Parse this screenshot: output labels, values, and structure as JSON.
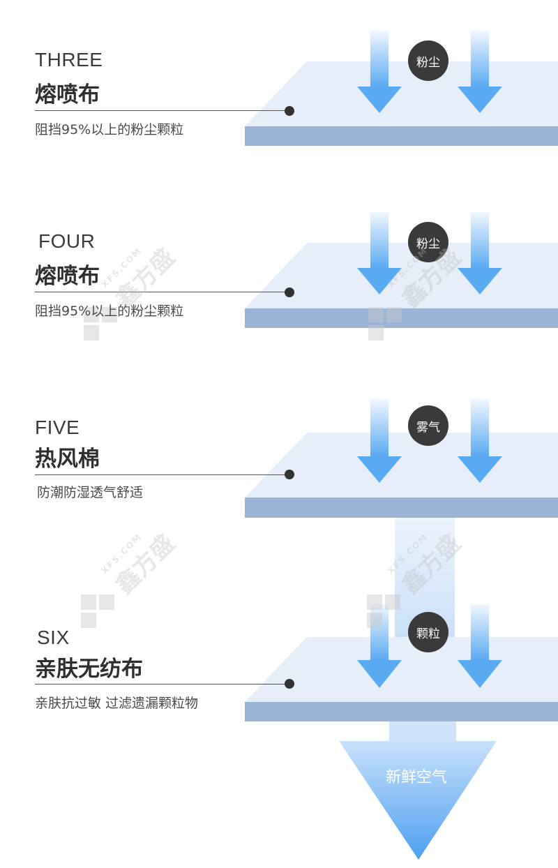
{
  "layers": [
    {
      "num": "THREE",
      "name": "熔喷布",
      "desc": "阻挡95%以上的粉尘颗粒",
      "badge": "粉尘"
    },
    {
      "num": "FOUR",
      "name": "熔喷布",
      "desc": "阻挡95%以上的粉尘颗粒",
      "badge": "粉尘"
    },
    {
      "num": "FIVE",
      "name": "热风棉",
      "desc": "防潮防湿透气舒适",
      "badge": "雾气"
    },
    {
      "num": "SIX",
      "name": "亲肤无纺布",
      "desc": "亲肤抗过敏 过滤遗漏颗粒物",
      "badge": "颗粒"
    }
  ],
  "output_label": "新鲜空气",
  "watermark": {
    "brand": "鑫方盛",
    "domain": "XFS.COM"
  },
  "colors": {
    "layer_top": "#e6eefa",
    "layer_side": "#9ab4d6",
    "arrow_light": "#e4f1fd",
    "arrow_dark": "#5aaaf2",
    "badge_bg": "#3a3a3a"
  }
}
